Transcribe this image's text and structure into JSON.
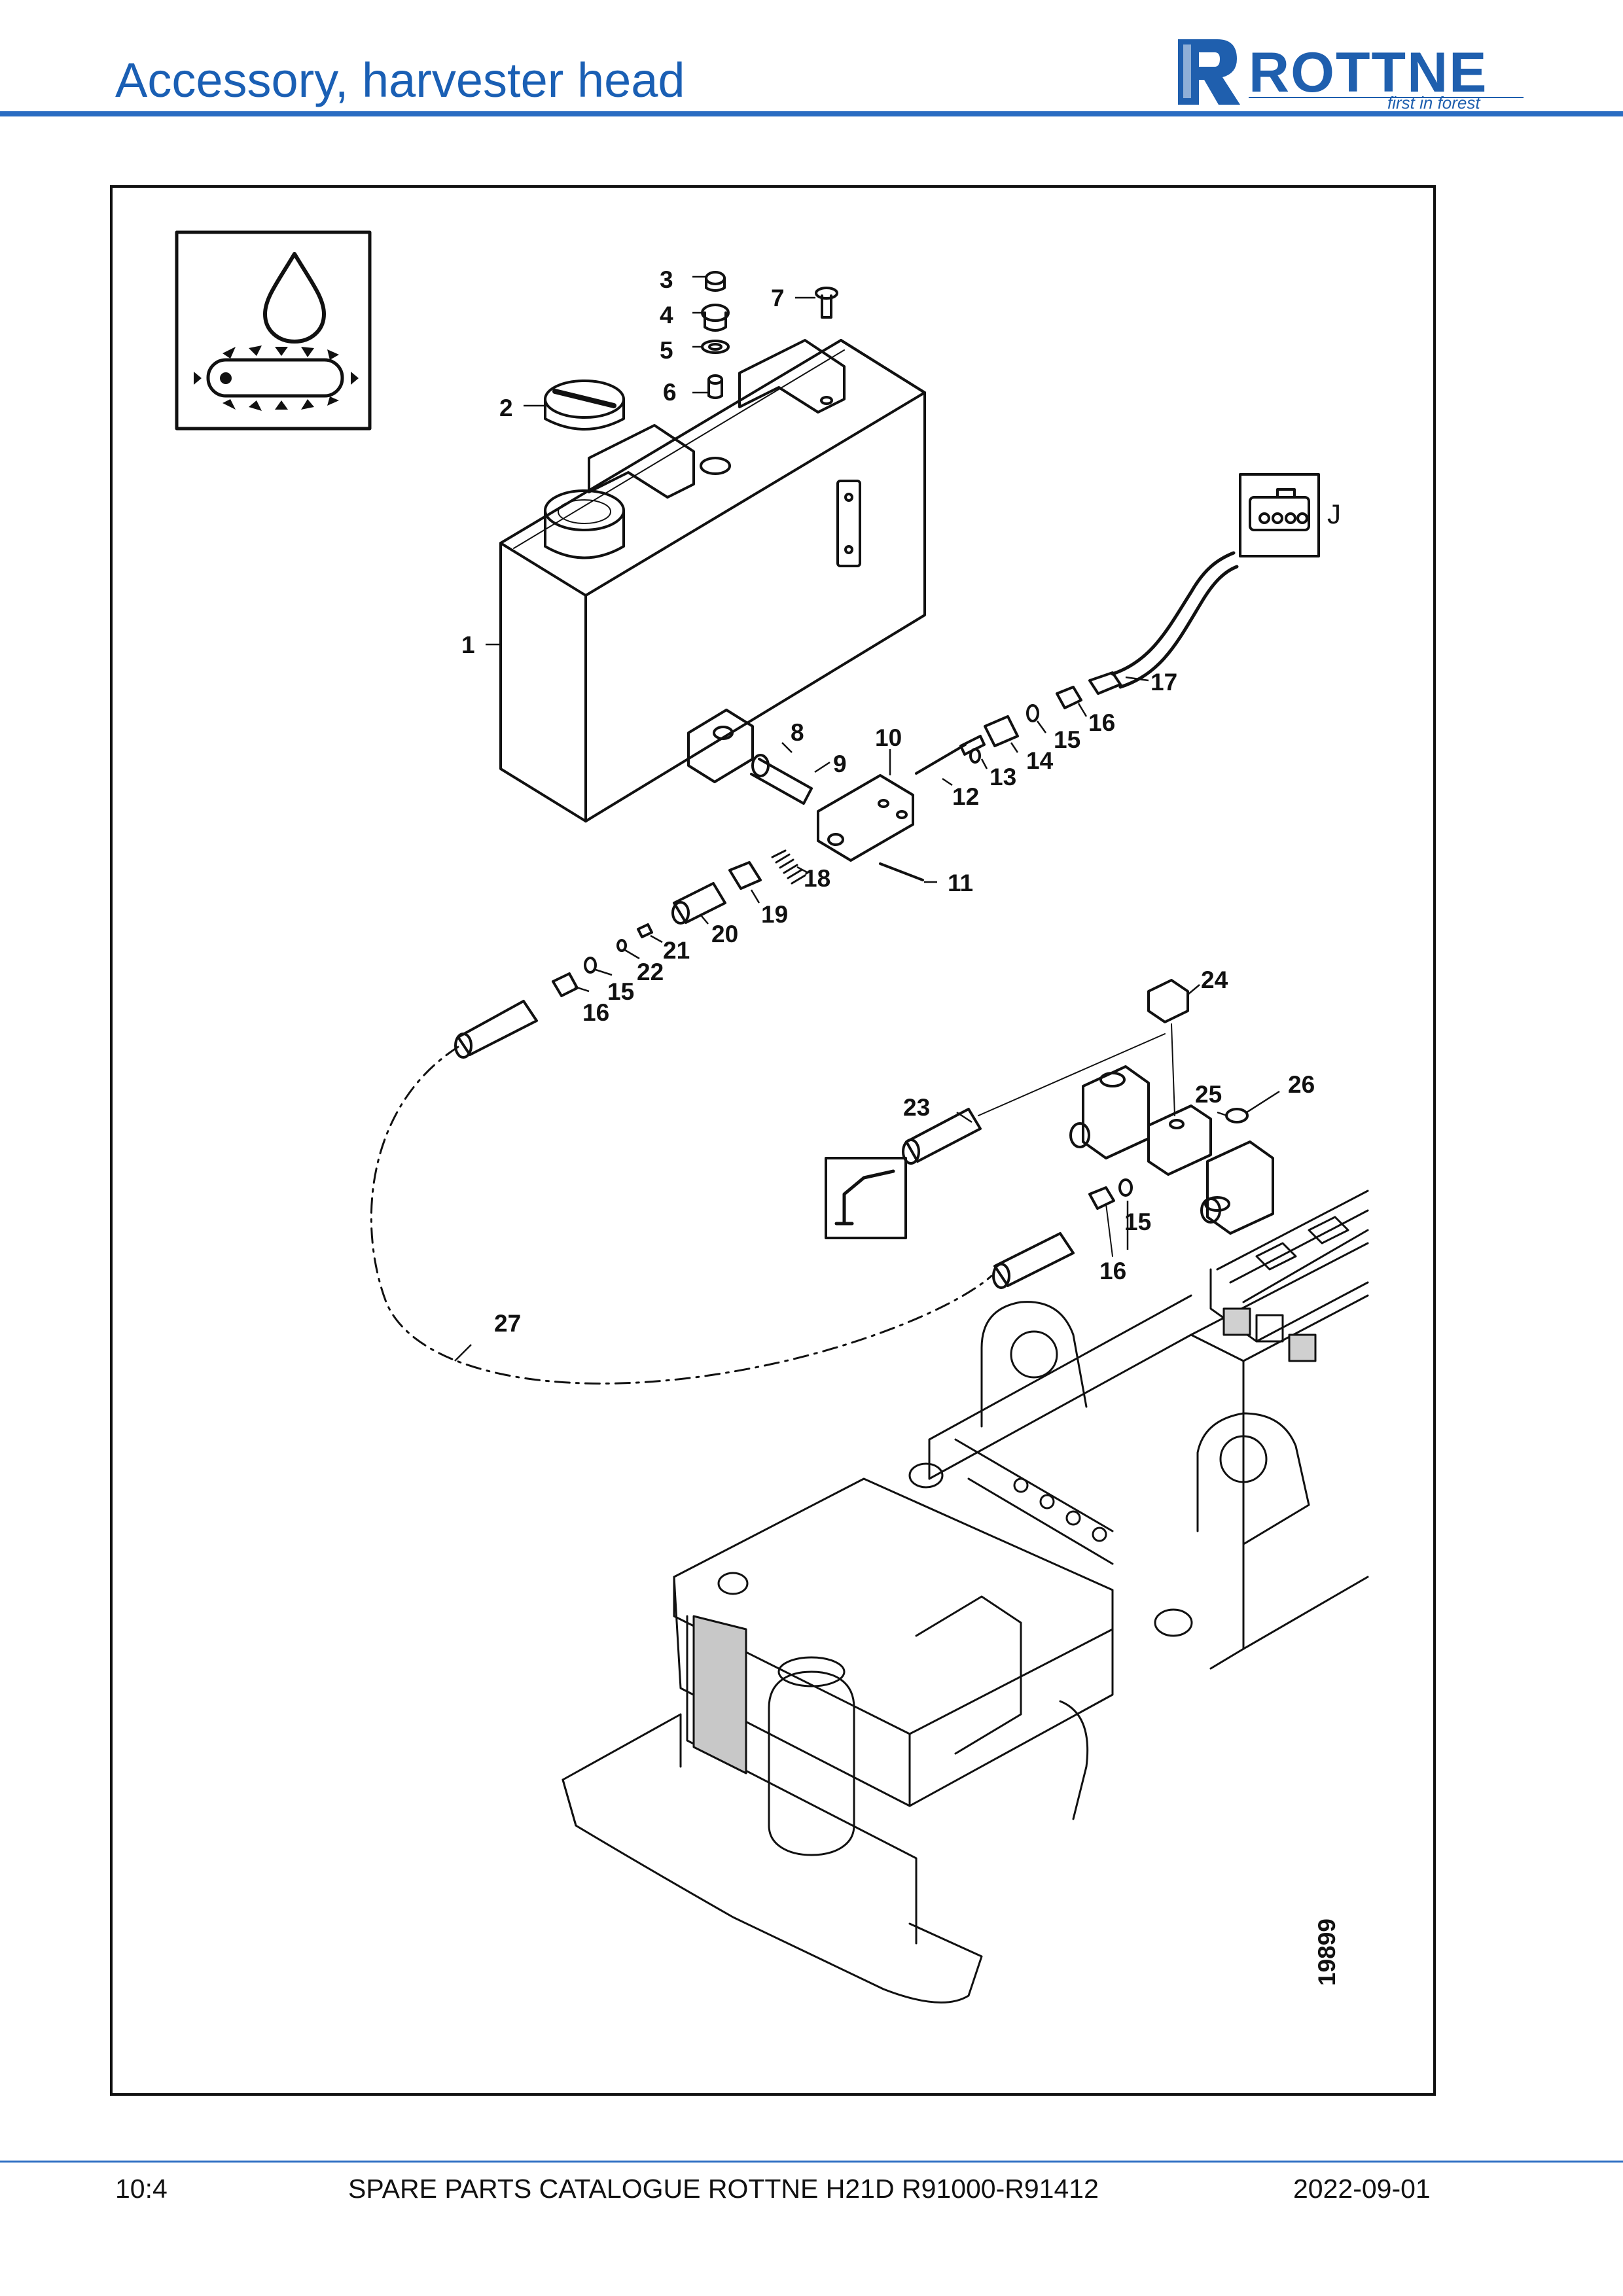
{
  "header": {
    "title": "Accessory, harvester head",
    "logo_text": "ROTTNE",
    "logo_tagline": "first in forest"
  },
  "diagram": {
    "callouts": [
      "1",
      "2",
      "3",
      "4",
      "5",
      "6",
      "7",
      "8",
      "9",
      "10",
      "11",
      "12",
      "13",
      "14",
      "15",
      "16",
      "17",
      "18",
      "19",
      "20",
      "21",
      "22",
      "15",
      "16",
      "23",
      "24",
      "25",
      "26",
      "15",
      "16",
      "27"
    ],
    "connector_label": "J",
    "drawing_number": "19899"
  },
  "footer": {
    "page": "10:4",
    "catalogue": "SPARE PARTS CATALOGUE ROTTNE H21D R91000-R91412",
    "date": "2022-09-01"
  },
  "colors": {
    "title_blue": "#1a5fb4",
    "rule_blue": "#2a6cc2",
    "logo_blue": "#1f5fae"
  }
}
